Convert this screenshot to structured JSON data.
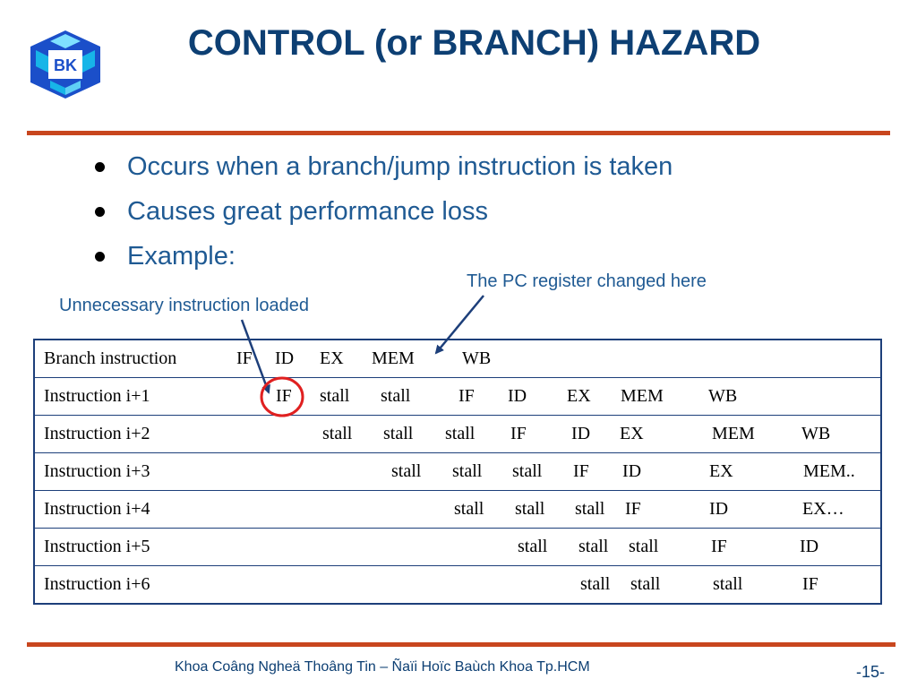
{
  "header": {
    "logo_text": "BK",
    "title": "CONTROL (or BRANCH) HAZARD"
  },
  "bullets": [
    "Occurs when a branch/jump instruction is taken",
    "Causes great performance loss",
    "Example:"
  ],
  "callouts": {
    "pc_changed": "The PC register changed here",
    "unnecessary": "Unnecessary instruction loaded"
  },
  "pipeline": {
    "rows": [
      {
        "label": "Branch instruction",
        "stages": [
          "IF",
          "ID",
          "EX",
          "MEM",
          "WB"
        ]
      },
      {
        "label": "Instruction i+1",
        "stages": [
          "IF",
          "stall",
          "stall",
          "IF",
          "ID",
          "EX",
          "MEM",
          "WB"
        ]
      },
      {
        "label": "Instruction i+2",
        "stages": [
          "stall",
          "stall",
          "stall",
          "IF",
          "ID",
          "EX",
          "MEM",
          "WB"
        ]
      },
      {
        "label": "Instruction i+3",
        "stages": [
          "stall",
          "stall",
          "stall",
          "IF",
          "ID",
          "EX",
          "MEM.."
        ]
      },
      {
        "label": "Instruction i+4",
        "stages": [
          "stall",
          "stall",
          "stall",
          "IF",
          "ID",
          "EX…"
        ]
      },
      {
        "label": "Instruction i+5",
        "stages": [
          "stall",
          "stall",
          "stall",
          "IF",
          "ID"
        ]
      },
      {
        "label": "Instruction i+6",
        "stages": [
          "stall",
          "stall",
          "stall",
          "IF"
        ]
      }
    ]
  },
  "footer": {
    "text": "Khoa Coâng Ngheä Thoâng Tin – Ñaïi Hoïc Baùch Khoa Tp.HCM",
    "page": "-15-"
  },
  "colors": {
    "title": "#0d3f73",
    "accent_rule": "#c8461e",
    "body_text": "#1f5a93",
    "arrow": "#1d3f7a",
    "highlight_circle": "#e02020",
    "logo_cyan": "#17b5e8",
    "logo_blue": "#1b4fc9"
  }
}
